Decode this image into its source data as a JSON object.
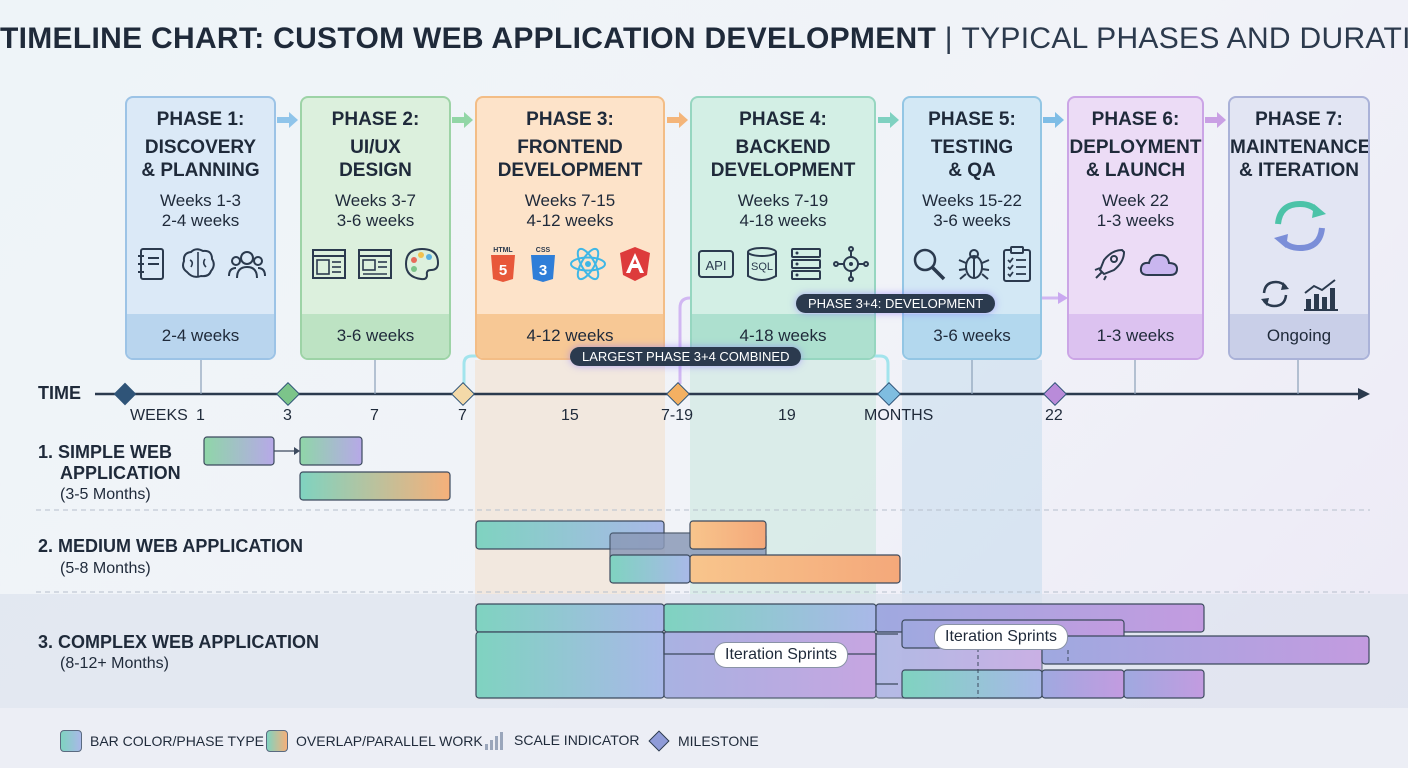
{
  "title": {
    "main": "TIMELINE CHART: CUSTOM WEB APPLICATION DEVELOPMENT",
    "separator": "|",
    "sub": "TYPICAL PHASES AND DURATION"
  },
  "colors": {
    "p1": "#5b9bd5",
    "p2": "#7cc48a",
    "p3": "#f4a65c",
    "p4": "#6cc4a8",
    "p5": "#5fb0d8",
    "p6": "#b98bd9",
    "p7": "#8f9bc8"
  },
  "phases": [
    {
      "label": "PHASE 1:",
      "name1": "DISCOVERY",
      "name2": "& PLANNING",
      "weeks": "Weeks 1-3",
      "dur": "2-4 weeks",
      "foot": "2-4 weeks",
      "icons": [
        "notebook-icon",
        "brain-icon",
        "team-icon"
      ]
    },
    {
      "label": "PHASE 2:",
      "name1": "UI/UX",
      "name2": "DESIGN",
      "weeks": "Weeks 3-7",
      "dur": "3-6 weeks",
      "foot": "3-6 weeks",
      "icons": [
        "wireframe-icon",
        "layout-icon",
        "palette-icon"
      ]
    },
    {
      "label": "PHASE 3:",
      "name1": "FRONTEND",
      "name2": "DEVELOPMENT",
      "weeks": "Weeks 7-15",
      "dur": "4-12 weeks",
      "foot": "4-12 weeks",
      "icons": [
        "html5-icon",
        "css3-icon",
        "react-icon",
        "angular-icon"
      ],
      "icon_texts": {
        "html": "HTML",
        "css": "CSS"
      }
    },
    {
      "label": "PHASE 4:",
      "name1": "BACKEND",
      "name2": "DEVELOPMENT",
      "weeks": "Weeks 7-19",
      "dur": "4-18 weeks",
      "foot": "4-18 weeks",
      "icons": [
        "api-icon",
        "sql-database-icon",
        "server-icon",
        "network-icon"
      ],
      "icon_texts": {
        "api": "API",
        "sql": "SQL"
      }
    },
    {
      "label": "PHASE 5:",
      "name1": "TESTING",
      "name2": "& QA",
      "weeks": "Weeks 15-22",
      "dur": "3-6 weeks",
      "foot": "3-6 weeks",
      "icons": [
        "magnifier-icon",
        "bug-icon",
        "checklist-icon"
      ]
    },
    {
      "label": "PHASE 6:",
      "name1": "DEPLOYMENT",
      "name2": "& LAUNCH",
      "weeks": "Week 22",
      "dur": "1-3 weeks",
      "foot": "1-3 weeks",
      "icons": [
        "rocket-icon",
        "cloud-icon"
      ]
    },
    {
      "label": "PHASE 7:",
      "name1": "MAINTENANCE",
      "name2": "& ITERATION",
      "weeks": "",
      "dur": "",
      "foot": "Ongoing",
      "icons": [
        "cycle-icon",
        "refresh-icon",
        "growth-chart-icon"
      ]
    }
  ],
  "overlay_labels": {
    "dev": "PHASE 3+4: DEVELOPMENT",
    "largest": "LARGEST PHASE 3+4 COMBINED"
  },
  "axis": {
    "time": "TIME",
    "weeks": "WEEKS",
    "ticks": [
      "1",
      "3",
      "7",
      "7",
      "15",
      "7-19",
      "19",
      "MONTHS",
      "22"
    ]
  },
  "rows": [
    {
      "title": "1. SIMPLE WEB",
      "title2": "APPLICATION",
      "sub": "(3-5 Months)"
    },
    {
      "title": "2. MEDIUM WEB APPLICATION",
      "sub": "(5-8 Months)"
    },
    {
      "title": "3. COMPLEX WEB APPLICATION",
      "sub": "(8-12+ Months)"
    }
  ],
  "sprints": [
    "Iteration Sprints",
    "Iteration Sprints"
  ],
  "legend": [
    "BAR COLOR/PHASE TYPE",
    "OVERLAP/PARALLEL WORK",
    "SCALE INDICATOR",
    "MILESTONE"
  ]
}
